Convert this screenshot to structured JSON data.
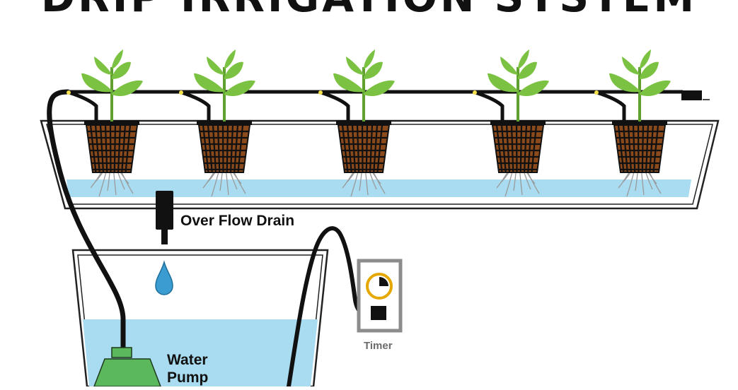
{
  "title": "DRIP IRRIGATION SYSTEM",
  "labels": {
    "overflow_drain": "Over Flow Drain",
    "pump_line1": "Water",
    "pump_line2": "Pump",
    "timer": "Timer"
  },
  "plant_count": 5,
  "colors": {
    "water": "#a9dcf0",
    "leaf": "#7cc242",
    "leaf_dark": "#5fa02f",
    "pump": "#5cb85c",
    "timer_frame": "#8c8c8c",
    "timer_dial": "#e5a800",
    "emitter": "#f4e04d",
    "droplet": "#3a9cd0",
    "tube": "#111111"
  }
}
